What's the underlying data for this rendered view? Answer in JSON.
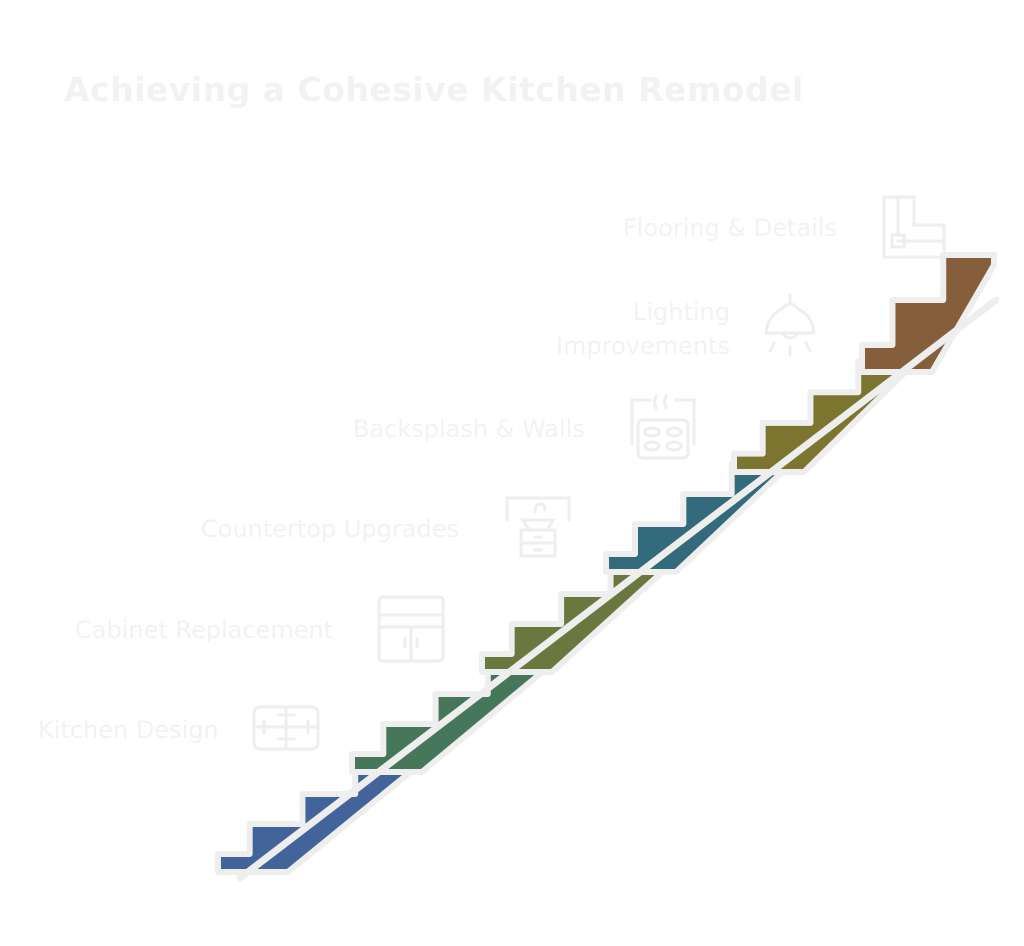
{
  "title": "Achieving a Cohesive Kitchen Remodel",
  "text_color": "#f2f2f2",
  "outline_color": "#eeeeee",
  "steps": [
    {
      "label": "Kitchen Design",
      "icon": "floor-plan-icon",
      "color": "#43649a"
    },
    {
      "label": "Cabinet Replacement",
      "icon": "cabinet-icon",
      "color": "#47775b"
    },
    {
      "label": "Countertop Upgrades",
      "icon": "sink-counter-icon",
      "color": "#6a7840"
    },
    {
      "label": "Backsplash & Walls",
      "icon": "stove-backsplash-icon",
      "color": "#336a7c"
    },
    {
      "label": "Lighting",
      "label_line2": "Improvements",
      "icon": "pendant-lamp-icon",
      "color": "#7b7530"
    },
    {
      "label": "Flooring & Details",
      "icon": "floor-tile-icon",
      "color": "#855f3c"
    }
  ]
}
